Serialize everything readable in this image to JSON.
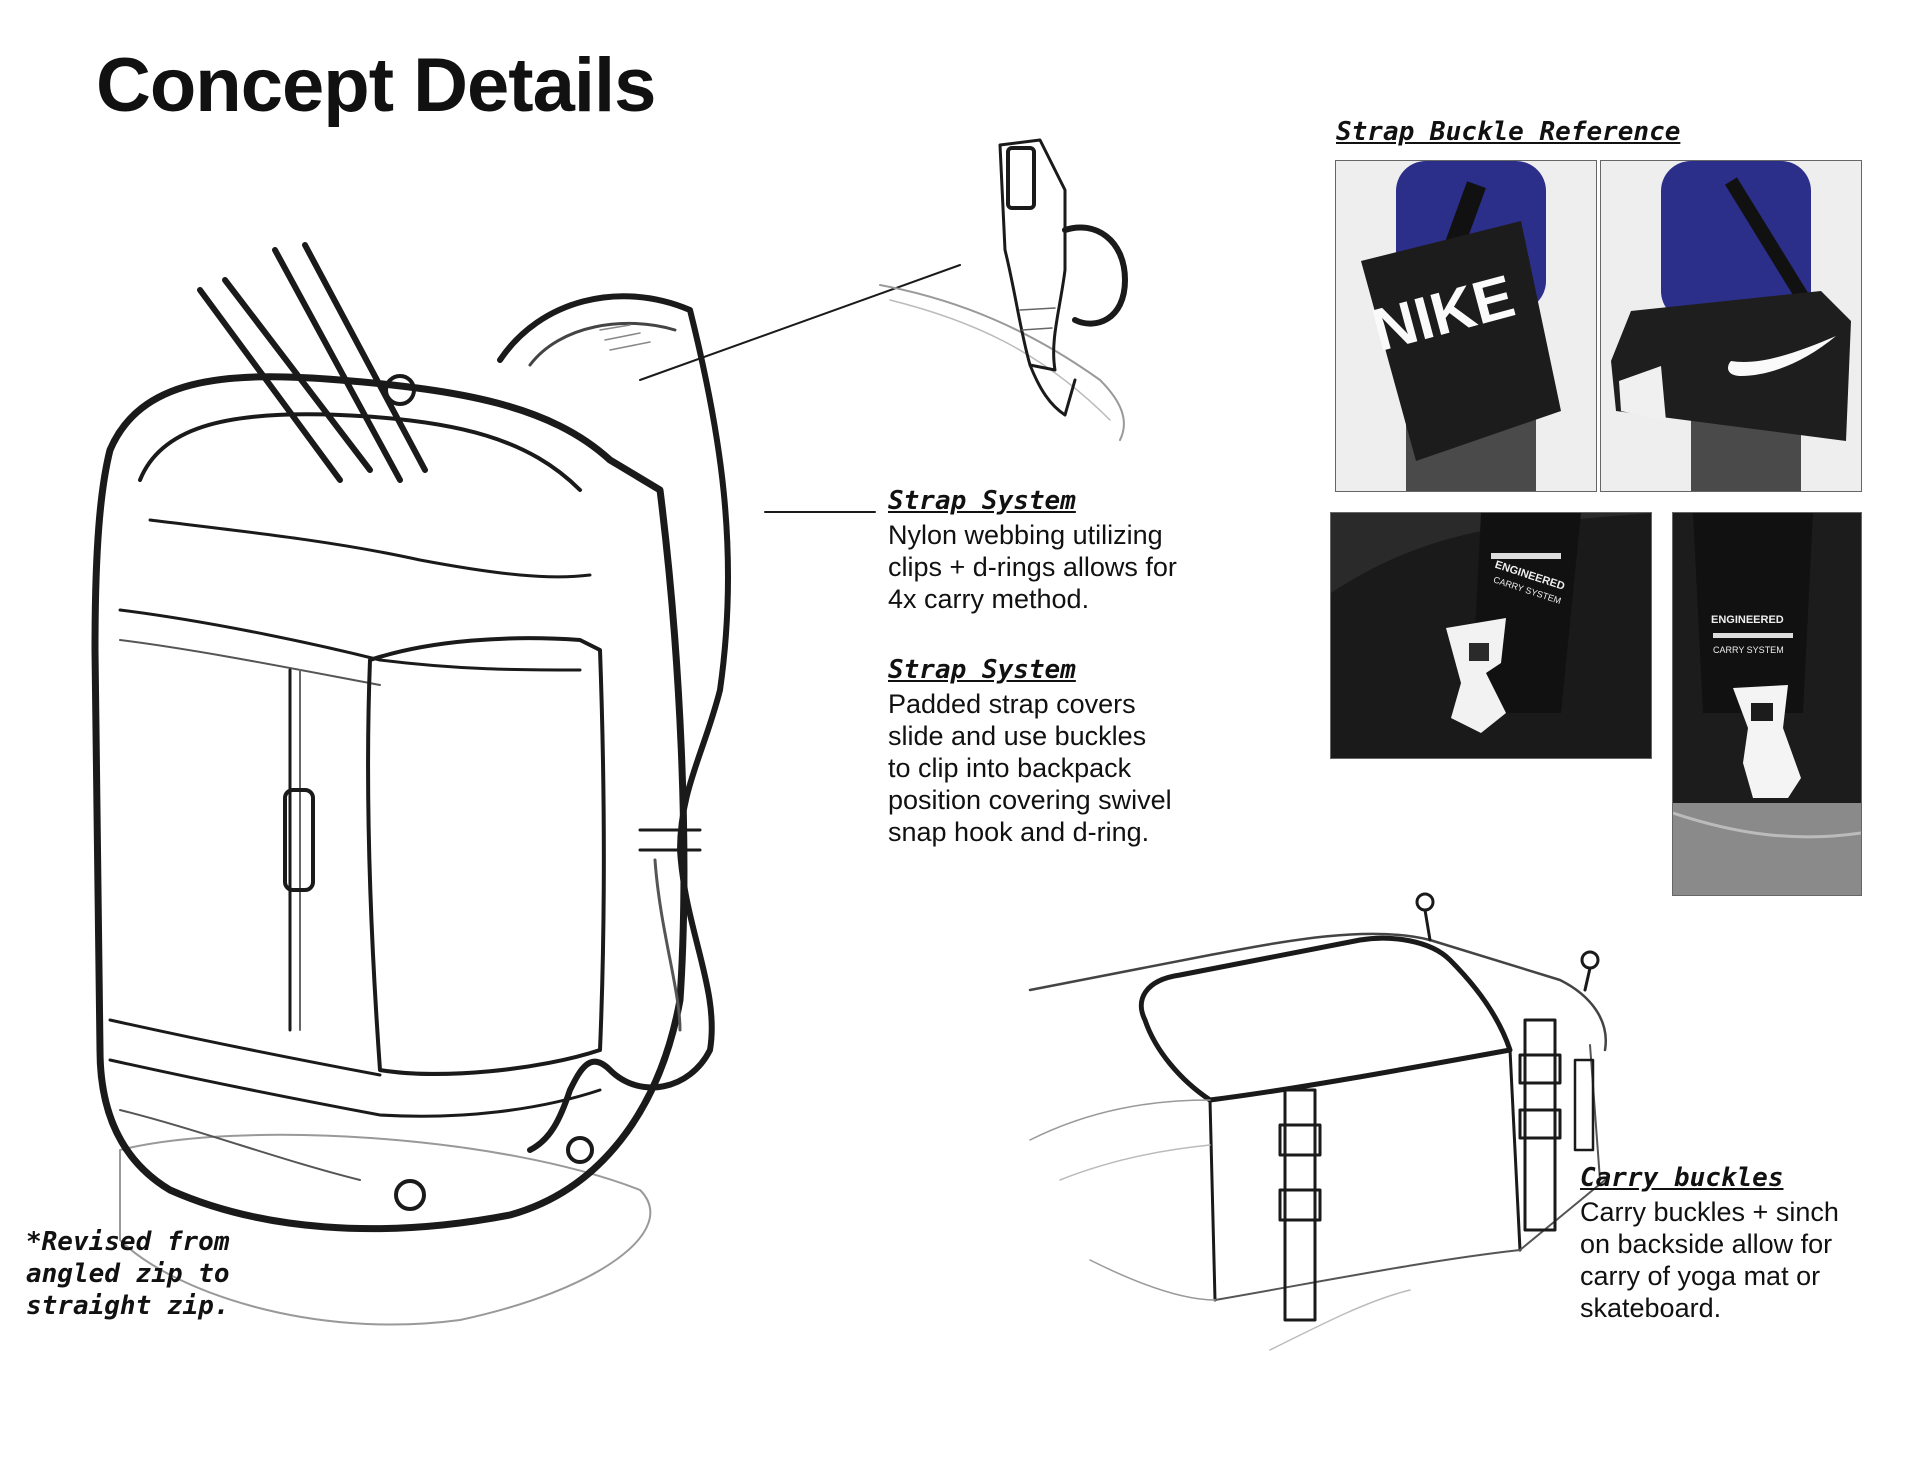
{
  "page": {
    "title": "Concept Details"
  },
  "reference": {
    "heading": "Strap Buckle Reference",
    "photos": [
      {
        "subject": "person-carrying-nike-bag-shoulder",
        "logo_text": "NIKE"
      },
      {
        "subject": "person-carrying-nike-duffel-swoosh"
      },
      {
        "subject": "buckle-closeup-1",
        "label_line1": "ENGINEERED",
        "label_line2": "CARRY SYSTEM"
      },
      {
        "subject": "buckle-closeup-2",
        "label_line1": "ENGINEERED",
        "label_line2": "CARRY SYSTEM"
      }
    ]
  },
  "callouts": {
    "strap1": {
      "heading": "Strap System",
      "body": "Nylon webbing utilizing\nclips + d-rings allows for\n4x carry method."
    },
    "strap2": {
      "heading": "Strap System",
      "body": "Padded strap covers\nslide and use buckles\nto clip into backpack\nposition covering swivel\nsnap hook and d-ring."
    },
    "carry": {
      "heading": "Carry buckles",
      "body": "Carry buckles + sinch\non backside allow for\ncarry of yoga mat or\nskateboard."
    }
  },
  "note": {
    "text": "*Revised from\nangled zip to\nstraight zip."
  }
}
